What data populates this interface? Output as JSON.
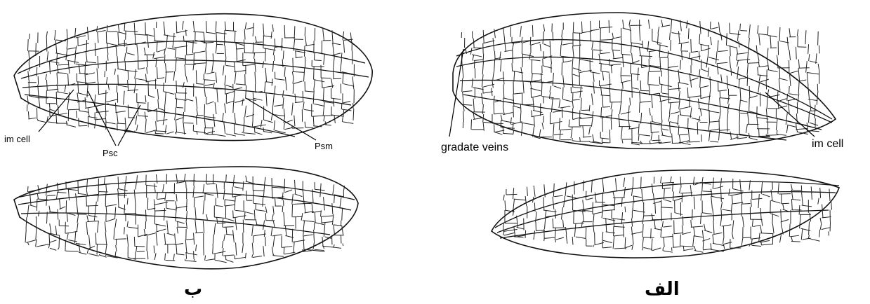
{
  "panels": {
    "left": {
      "caption": "ب",
      "labels": {
        "im_cell": "im cell",
        "psc": "Psc",
        "psm": "Psm"
      }
    },
    "right": {
      "caption": "الف",
      "labels": {
        "gradate_veins": "gradate veins",
        "im_cell": "im cell"
      }
    }
  }
}
